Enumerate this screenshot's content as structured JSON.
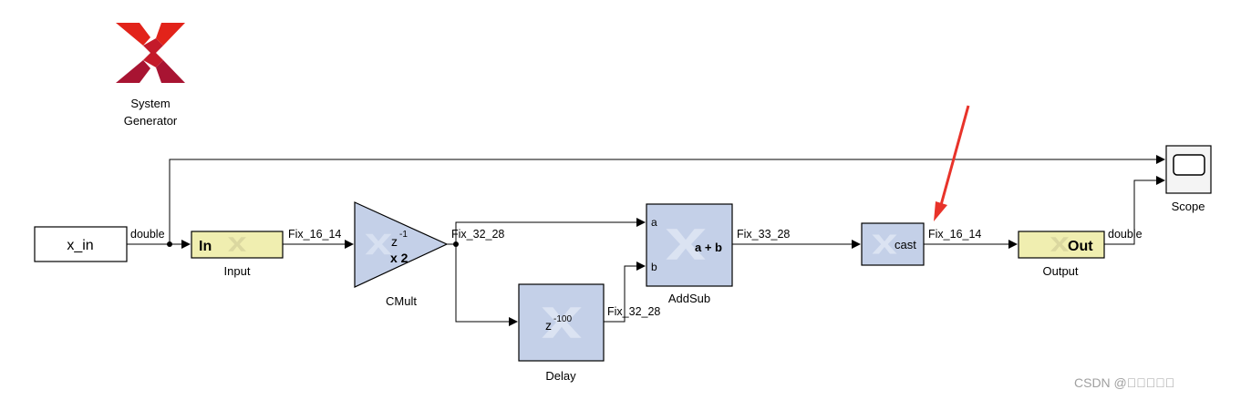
{
  "logo": {
    "line1": "System",
    "line2": "Generator",
    "icon": "xilinx-logo-icon",
    "colors": [
      "#e2231a",
      "#a81432"
    ]
  },
  "blocks": {
    "x_in": {
      "label": "x_in"
    },
    "input": {
      "inner": "In",
      "name": "Input",
      "fill": "#f0eeb0"
    },
    "cmult": {
      "name": "CMult",
      "z": "z",
      "exp": "-1",
      "gain": "x 2"
    },
    "delay": {
      "name": "Delay",
      "z": "z",
      "exp": "-100"
    },
    "addsub": {
      "name": "AddSub",
      "port_a": "a",
      "port_b": "b",
      "op": "a + b"
    },
    "cast": {
      "label": "cast"
    },
    "output": {
      "inner": "Out",
      "name": "Output",
      "fill": "#f0eeb0"
    },
    "scope": {
      "name": "Scope"
    }
  },
  "signals": {
    "double_in": "double",
    "fix_16_14_a": "Fix_16_14",
    "fix_32_28_a": "Fix_32_28",
    "fix_32_28_b": "Fix_32_28",
    "fix_33_28": "Fix_33_28",
    "fix_16_14_b": "Fix_16_14",
    "double_out": "double"
  },
  "block_fill": "#c4d0e8",
  "arrow_color": "#e8332a",
  "watermark": "CSDN @\u0000\u0000\u0000\u0000\u0000"
}
